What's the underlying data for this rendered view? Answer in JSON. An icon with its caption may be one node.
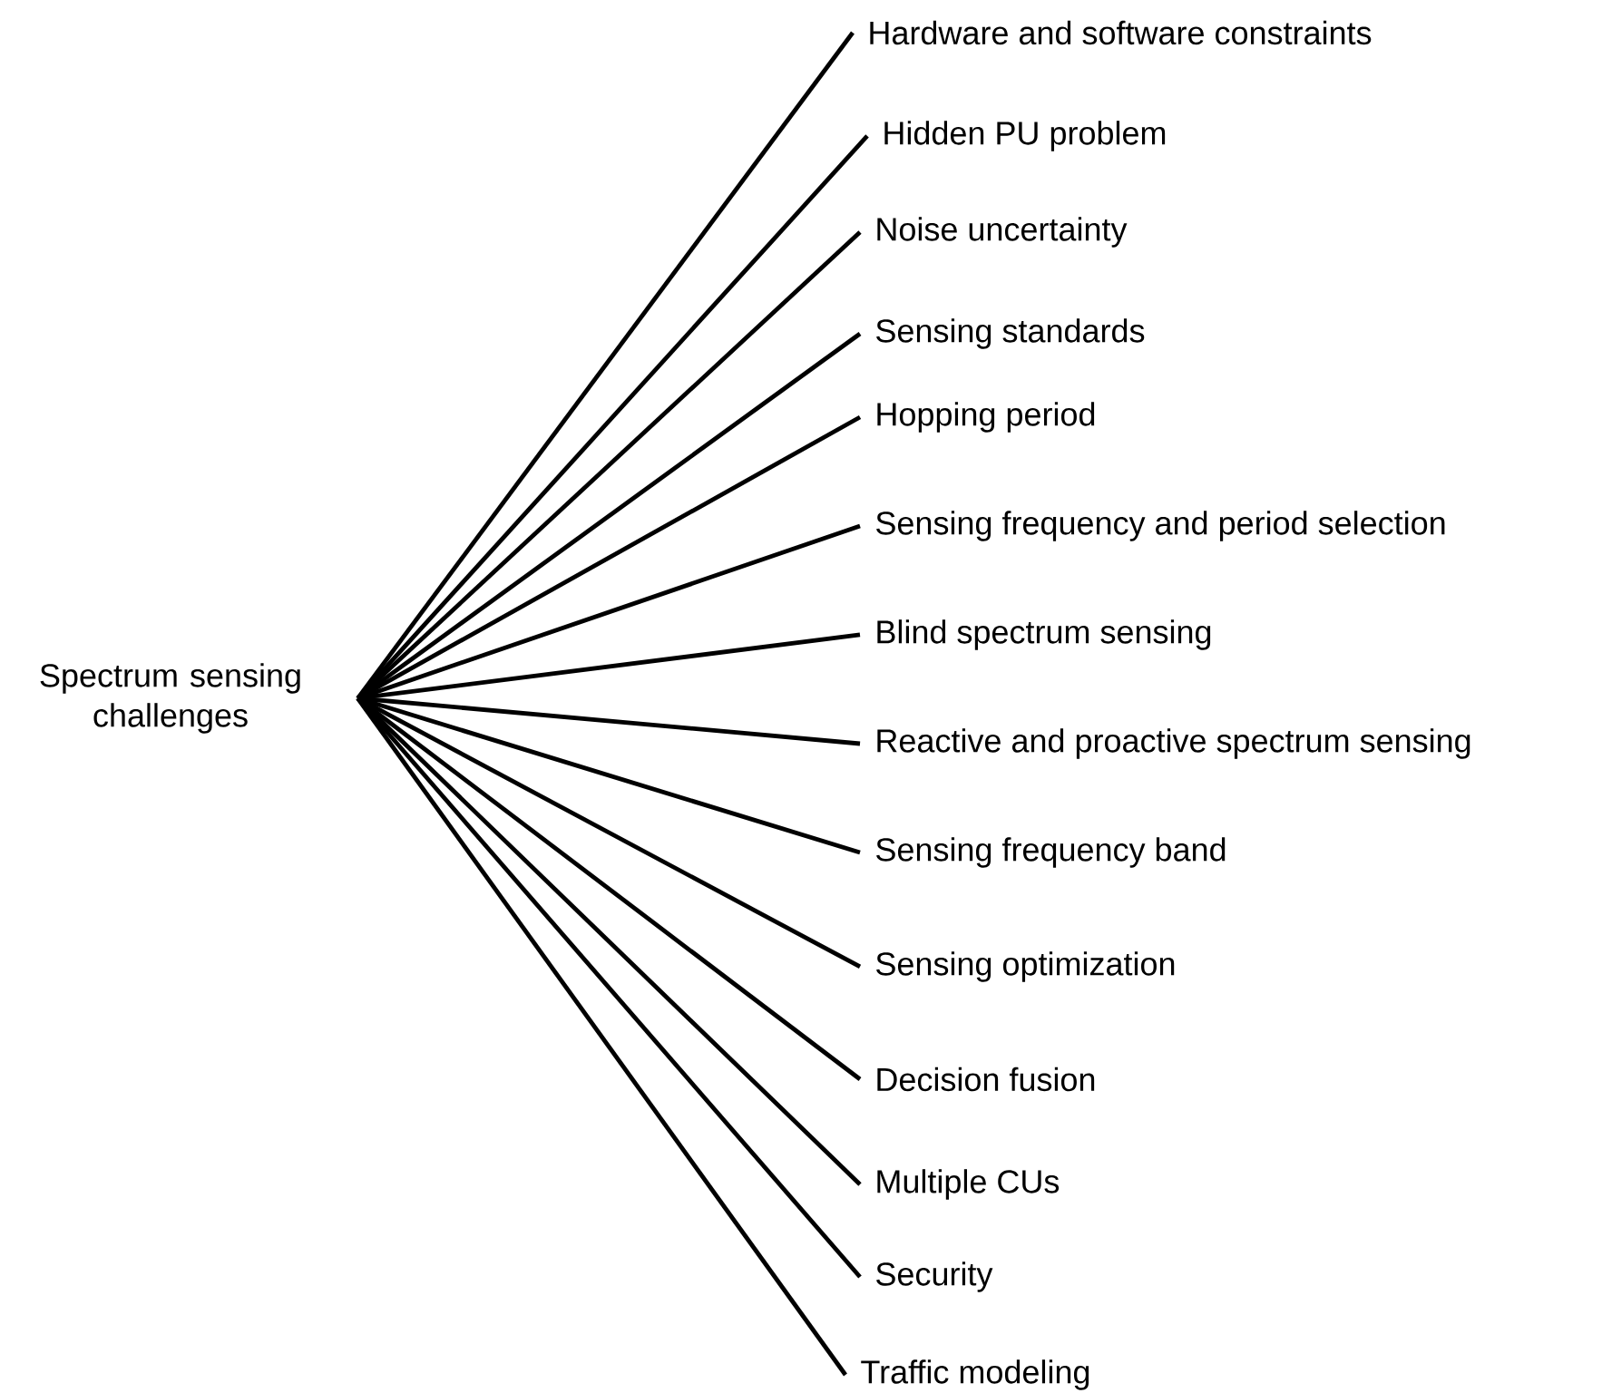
{
  "diagram": {
    "nodes": [
      {
        "text": [
          "Spectrum sensing challenges"
        ]
      },
      {
        "text": [
          "Hardware and software constraints"
        ]
      },
      {
        "text": [
          "Hidden PU problem"
        ]
      },
      {
        "text": [
          "Noise uncertainty"
        ]
      },
      {
        "text": [
          "Sensing standards"
        ]
      },
      {
        "text": [
          "Hopping period"
        ]
      },
      {
        "text": [
          "Sensing frequency and period selection"
        ]
      },
      {
        "text": [
          "Blind spectrum sensing"
        ]
      },
      {
        "text": [
          "Reactive and proactive spectrum sensing"
        ]
      },
      {
        "text": [
          "Sensing frequency band"
        ]
      },
      {
        "text": [
          "Sensing optimization"
        ]
      },
      {
        "text": [
          "Decision fusion"
        ]
      },
      {
        "text": [
          "Multiple CUs"
        ]
      },
      {
        "text": [
          "Security"
        ]
      },
      {
        "text": [
          "Traffic modeling"
        ]
      }
    ],
    "edges": [
      {
        "from": 0,
        "to": 1,
        "arrow": "none"
      },
      {
        "from": 0,
        "to": 2,
        "arrow": "none"
      },
      {
        "from": 0,
        "to": 3,
        "arrow": "none"
      },
      {
        "from": 0,
        "to": 4,
        "arrow": "none"
      },
      {
        "from": 0,
        "to": 5,
        "arrow": "none"
      },
      {
        "from": 0,
        "to": 6,
        "arrow": "none"
      },
      {
        "from": 0,
        "to": 7,
        "arrow": "none"
      },
      {
        "from": 0,
        "to": 8,
        "arrow": "none"
      },
      {
        "from": 0,
        "to": 9,
        "arrow": "none"
      },
      {
        "from": 0,
        "to": 10,
        "arrow": "none"
      },
      {
        "from": 0,
        "to": 11,
        "arrow": "none"
      },
      {
        "from": 0,
        "to": 12,
        "arrow": "none"
      },
      {
        "from": 0,
        "to": 13,
        "arrow": "none"
      },
      {
        "from": 0,
        "to": 14,
        "arrow": "none"
      }
    ]
  }
}
